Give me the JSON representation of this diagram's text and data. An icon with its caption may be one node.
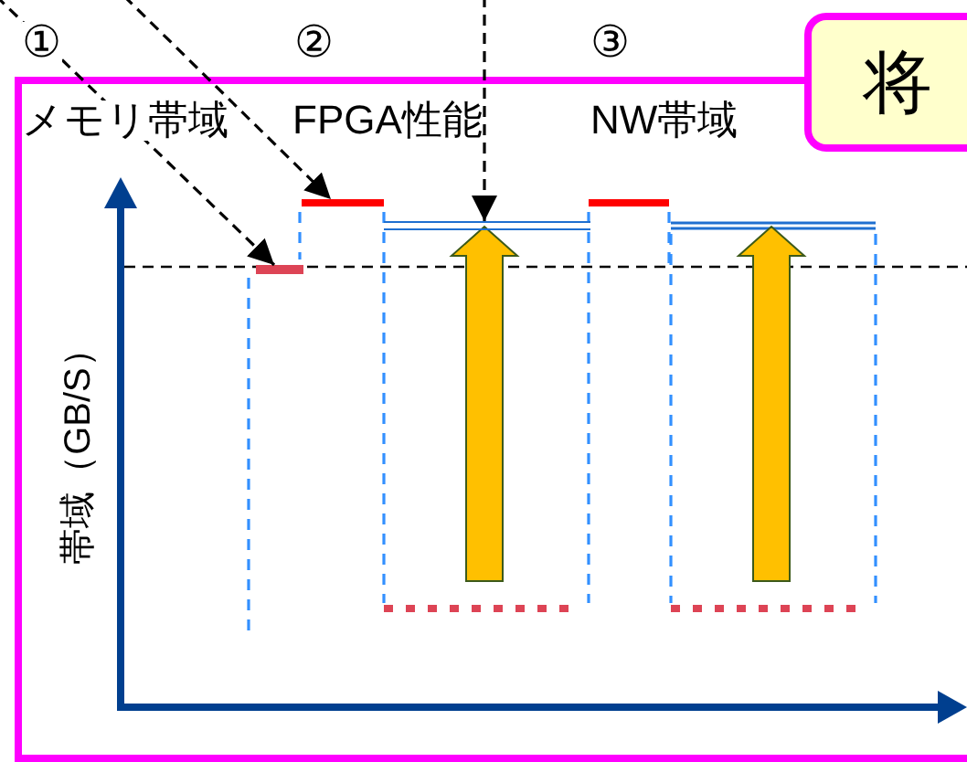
{
  "diagram": {
    "nodes": [
      {
        "text": [
          "将"
        ]
      },
      {
        "text": [],
        "shape": "bar"
      },
      {
        "text": [],
        "shape": "bar"
      },
      {
        "text": [],
        "shape": "bar"
      }
    ],
    "edges": [
      {
        "from": null,
        "to": 1,
        "arrow": "to",
        "style": "dashed"
      },
      {
        "from": null,
        "to": 2,
        "arrow": "to",
        "style": "dashed"
      },
      {
        "from": null,
        "to": 3,
        "arrow": "to",
        "style": "dashed"
      }
    ],
    "labels": [
      "①",
      "②",
      "③",
      "メモリ帯域",
      "FPGA性能",
      "NW帯域",
      "帯域（GB/S）"
    ]
  }
}
